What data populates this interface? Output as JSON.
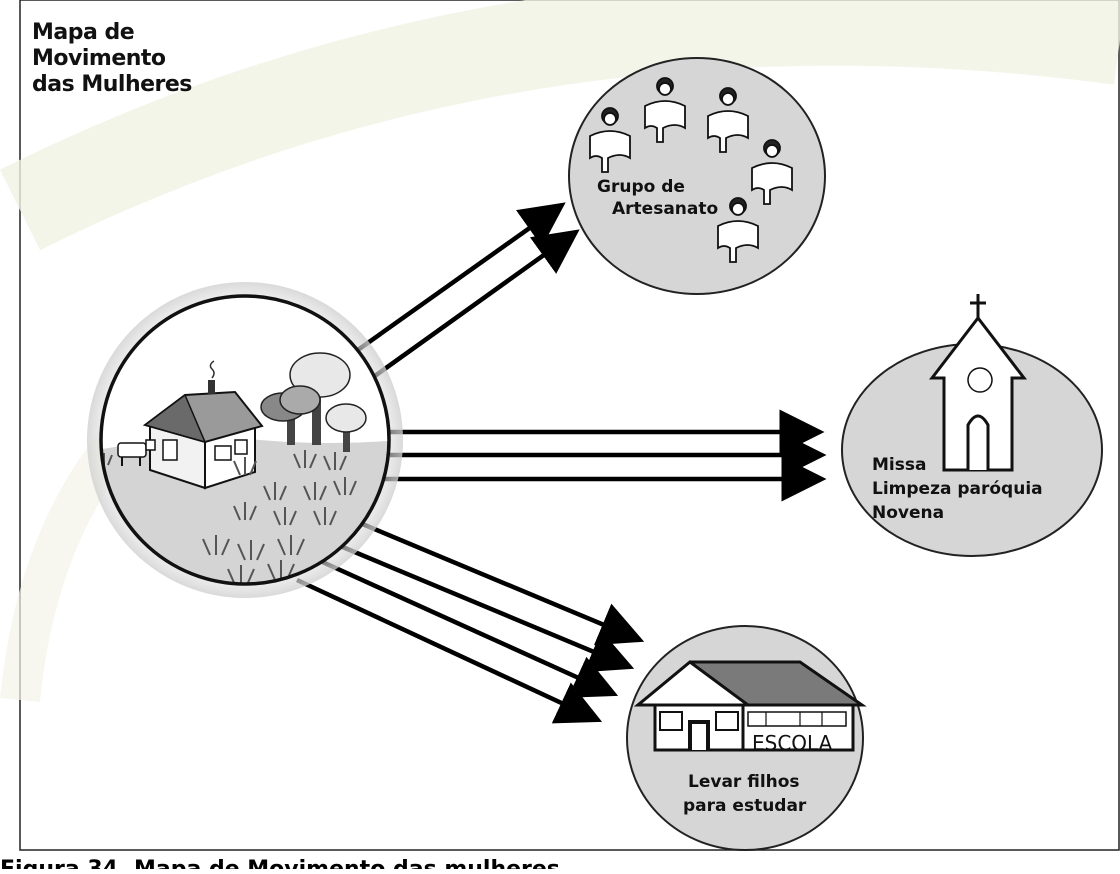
{
  "diagram": {
    "title_lines": [
      "Mapa de",
      "Movimento",
      "das Mulheres"
    ],
    "destinations": {
      "artesanato": {
        "label_lines": [
          "Grupo de",
          "Artesanato"
        ]
      },
      "igreja": {
        "label_lines": [
          "Missa",
          "Limpeza paróquia",
          "Novena"
        ]
      },
      "escola": {
        "sign": "ESCOLA",
        "label_lines": [
          "Levar filhos",
          "para estudar"
        ]
      }
    },
    "caption": "Figura 34. Mapa de Movimento das mulheres"
  }
}
